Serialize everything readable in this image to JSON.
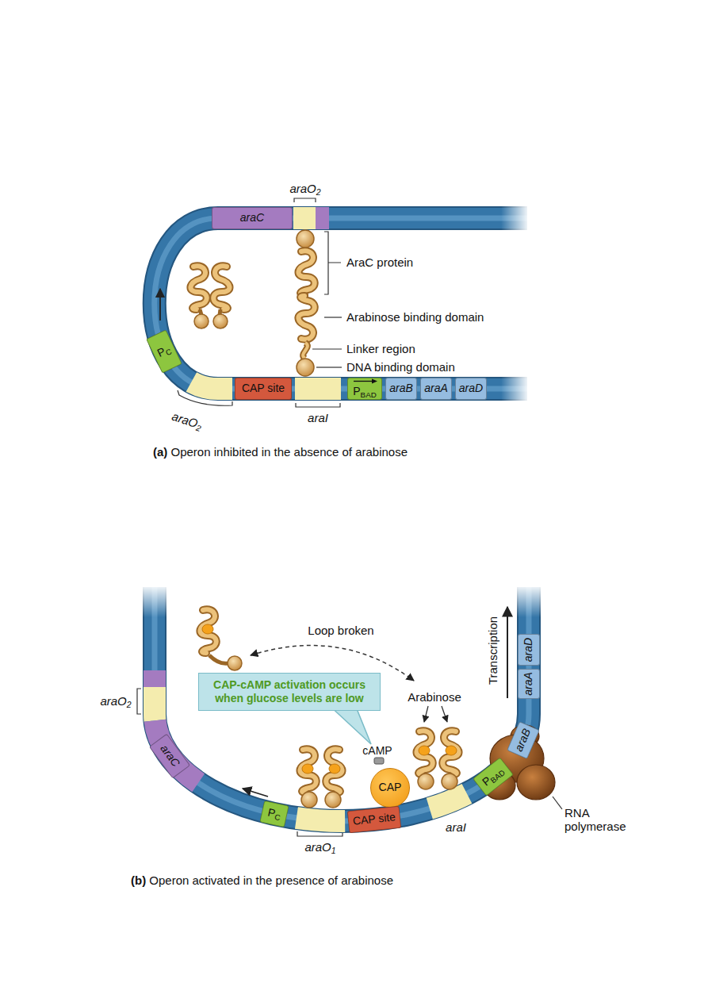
{
  "diagram": {
    "nodes": [
      {
        "text": [
          "araC"
        ]
      },
      {
        "text": [
          "PC"
        ]
      },
      {
        "text": [
          "CAP site"
        ]
      },
      {
        "text": [
          "PBAD"
        ]
      },
      {
        "text": [
          "araB"
        ]
      },
      {
        "text": [
          "araA"
        ]
      },
      {
        "text": [
          "araD"
        ]
      },
      {
        "text": [
          "CAP-cAMP activation occurs when glucose levels are low"
        ]
      },
      {
        "text": [
          "araC"
        ]
      },
      {
        "text": [
          "PC"
        ]
      },
      {
        "text": [
          "CAP"
        ]
      },
      {
        "text": [
          "CAP site"
        ]
      },
      {
        "text": [
          "PBAD"
        ]
      },
      {
        "text": [
          "araB"
        ]
      },
      {
        "text": [
          "araA"
        ]
      },
      {
        "text": [
          "araD"
        ]
      }
    ],
    "labels": [
      "araO2",
      "AraC protein",
      "Arabinose binding domain",
      "Linker region",
      "DNA binding domain",
      "araO2",
      "araI",
      "(a) Operon inhibited in the absence of arabinose",
      "Loop broken",
      "araO2",
      "Arabinose",
      "cAMP",
      "araO1",
      "araI",
      "Transcription",
      "RNA polymerase",
      "(b) Operon activated in the presence of arabinose"
    ]
  }
}
